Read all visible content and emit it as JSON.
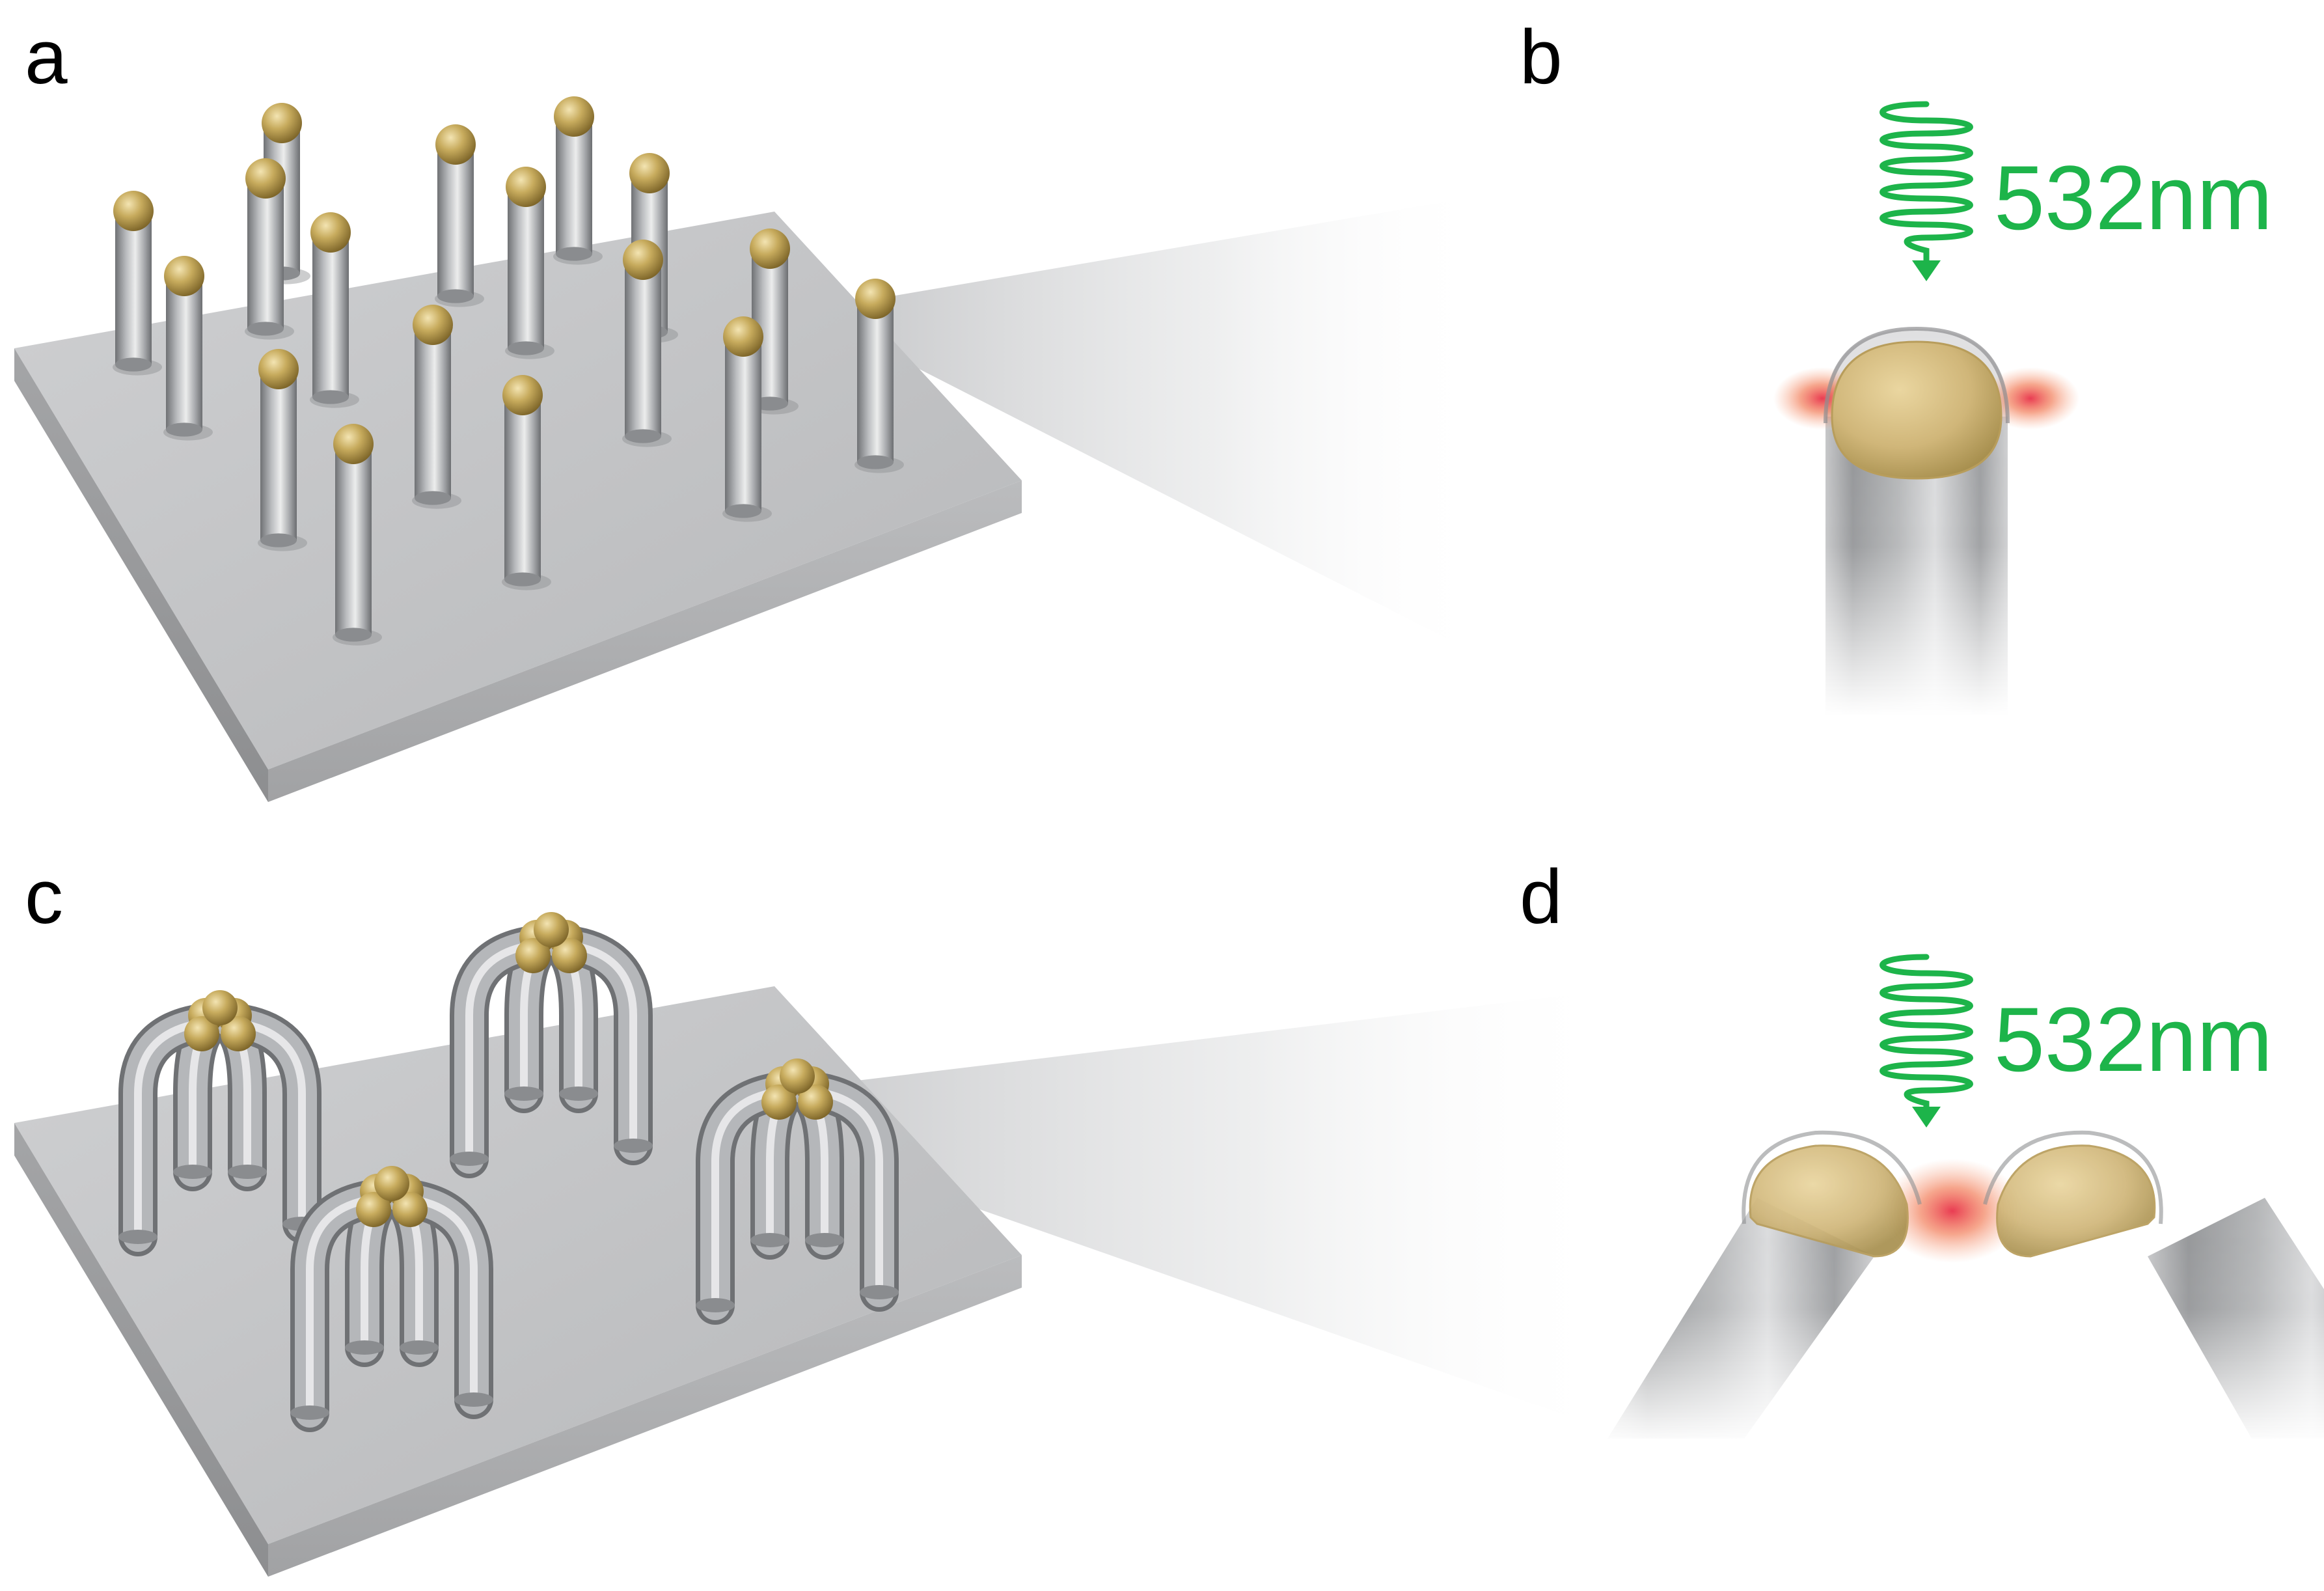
{
  "panels": [
    {
      "label": "a",
      "kind": "upright-pillars"
    },
    {
      "label": "b",
      "kind": "single-tip-zoom"
    },
    {
      "label": "c",
      "kind": "leaning-pillar-clusters"
    },
    {
      "label": "d",
      "kind": "paired-tip-zoom"
    }
  ],
  "excitation": {
    "wavelength": "532nm",
    "icon": "circular-polarization-spiral-arrow-icon"
  },
  "colors": {
    "substrate_top": "#c3c4c6",
    "substrate_side": "#9b9c9e",
    "pillar": "#9ea0a3",
    "gold": "#c3a75a",
    "laser": "#1db44a",
    "hotspot": "#f05a3c"
  }
}
